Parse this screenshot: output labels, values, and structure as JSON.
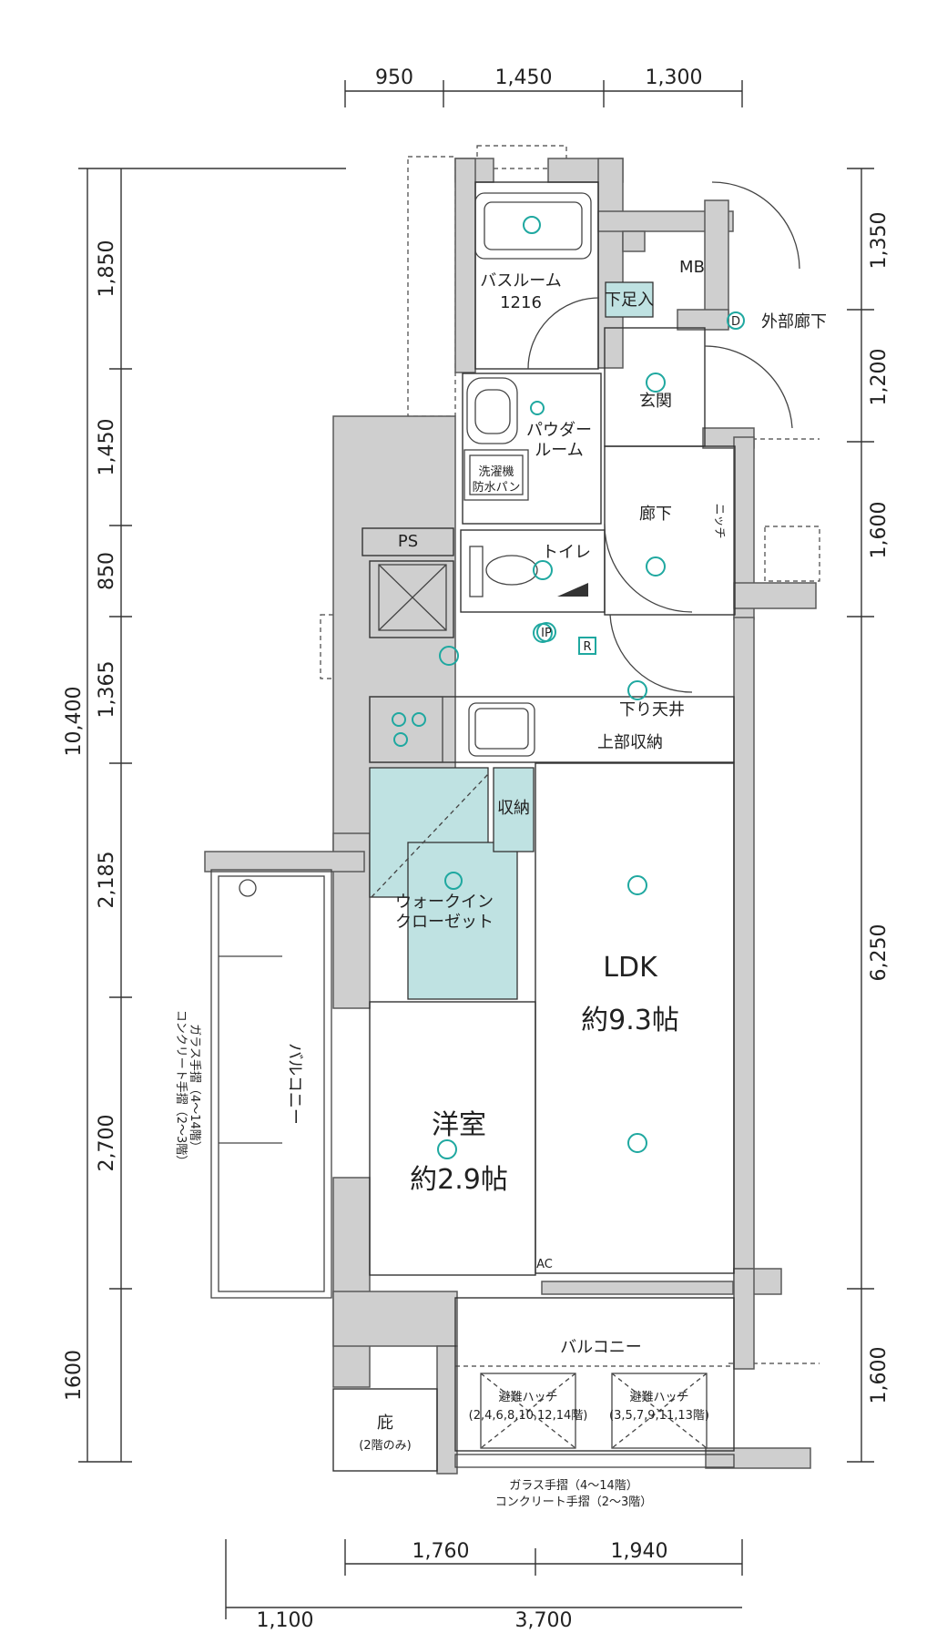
{
  "dimensions": {
    "top": [
      "950",
      "1,450",
      "1,300"
    ],
    "bottom_row1": [
      "1,760",
      "1,940"
    ],
    "bottom_row2": [
      "1,100",
      "3,700"
    ],
    "left": [
      "1,850",
      "1,450",
      "850",
      "1,365",
      "2,185",
      "2,700",
      "1600"
    ],
    "left_total": "10,400",
    "right": [
      "1,350",
      "1,200",
      "1,600",
      "6,250",
      "1,600"
    ]
  },
  "rooms": {
    "bathroom_name": "バスルーム",
    "bathroom_size": "1216",
    "mb": "MB",
    "shoe_storage": "下足入",
    "entrance": "玄関",
    "outer_corridor": "外部廊下",
    "outer_corridor_marker": "D",
    "powder_room_1": "パウダー",
    "powder_room_2": "ルーム",
    "washer_1": "洗濯機",
    "washer_2": "防水パン",
    "hallway": "廊下",
    "niche": "ニッチ",
    "ps": "PS",
    "toilet": "トイレ",
    "ip_marker": "IP",
    "r_marker": "R",
    "lowered_ceiling": "下り天井",
    "upper_storage": "上部収納",
    "storage": "収納",
    "walkin_1": "ウォークイン",
    "walkin_2": "クローゼット",
    "ldk_name": "LDK",
    "ldk_size": "約9.3帖",
    "western_name": "洋室",
    "western_size": "約2.9帖",
    "balcony_side": "バルコニー",
    "balcony_bottom": "バルコニー",
    "hatch_1_title": "避難ハッチ",
    "hatch_1_floors": "(2,4,6,8,10,12,14階)",
    "hatch_2_title": "避難ハッチ",
    "hatch_2_floors": "(3,5,7,9,11,13階)",
    "garden_name": "庇",
    "garden_note": "(2階のみ)",
    "ac_marker": "AC"
  },
  "notes": {
    "side_rail_1": "ガラス手摺（4～14階）",
    "side_rail_2": "コンクリート手摺（2～3階）",
    "bottom_rail_1": "ガラス手摺（4～14階）",
    "bottom_rail_2": "コンクリート手摺（2～3階）"
  },
  "colors": {
    "wall": "#cfcfcf",
    "closet_fill": "#bfe2e2",
    "fixture_marker": "#1fa8a0"
  }
}
